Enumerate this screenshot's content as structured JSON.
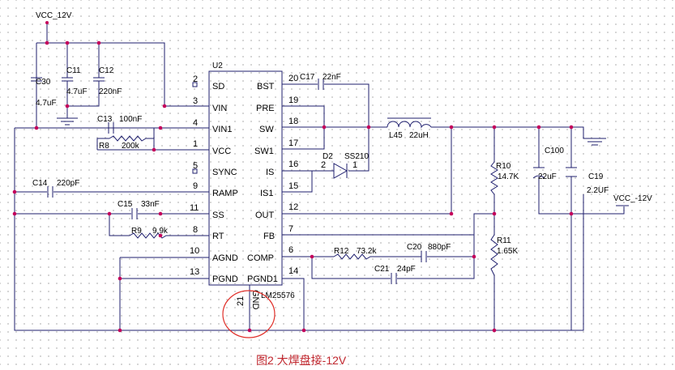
{
  "ic": {
    "ref": "U2",
    "part": "LM25576",
    "left_pins": [
      {
        "num": "2",
        "name": "SD"
      },
      {
        "num": "3",
        "name": "VIN"
      },
      {
        "num": "4",
        "name": "VIN1"
      },
      {
        "num": "1",
        "name": "VCC"
      },
      {
        "num": "5",
        "name": "SYNC"
      },
      {
        "num": "9",
        "name": "RAMP"
      },
      {
        "num": "11",
        "name": "SS"
      },
      {
        "num": "8",
        "name": "RT"
      },
      {
        "num": "10",
        "name": "AGND"
      },
      {
        "num": "13",
        "name": "PGND"
      }
    ],
    "right_pins": [
      {
        "num": "20",
        "name": "BST"
      },
      {
        "num": "19",
        "name": "PRE"
      },
      {
        "num": "18",
        "name": "SW"
      },
      {
        "num": "17",
        "name": "SW1"
      },
      {
        "num": "16",
        "name": "IS"
      },
      {
        "num": "15",
        "name": "IS1"
      },
      {
        "num": "12",
        "name": "OUT"
      },
      {
        "num": "7",
        "name": "FB"
      },
      {
        "num": "6",
        "name": "COMP"
      },
      {
        "num": "14",
        "name": "PGND1"
      }
    ],
    "bottom_pin": {
      "num": "21",
      "name": "GND"
    }
  },
  "nets": {
    "vin": "VCC_12V",
    "vout": "VCC_-12V"
  },
  "components": {
    "c30": {
      "ref": "C30",
      "value": "4.7uF"
    },
    "c11": {
      "ref": "C11",
      "value": "4.7uF"
    },
    "c12": {
      "ref": "C12",
      "value": "220nF"
    },
    "c13": {
      "ref": "C13",
      "value": "100nF"
    },
    "r8": {
      "ref": "R8",
      "value": "200k"
    },
    "c14": {
      "ref": "C14",
      "value": "220pF"
    },
    "c15": {
      "ref": "C15",
      "value": "33nF"
    },
    "r9": {
      "ref": "R9",
      "value": "9.9k"
    },
    "c17": {
      "ref": "C17",
      "value": "22nF"
    },
    "d2": {
      "ref": "D2",
      "value": "SS210",
      "pin_a": "2",
      "pin_k": "1"
    },
    "l45": {
      "ref": "L45",
      "value": "22uH"
    },
    "r10": {
      "ref": "R10",
      "value": "14.7K"
    },
    "r11": {
      "ref": "R11",
      "value": "1.65K"
    },
    "c100": {
      "ref": "C100",
      "value": "22uF"
    },
    "c19": {
      "ref": "C19",
      "value": "2.2UF"
    },
    "r12": {
      "ref": "R12",
      "value": "73.2k"
    },
    "c20": {
      "ref": "C20",
      "value": "880pF"
    },
    "c21": {
      "ref": "C21",
      "value": "24pF"
    }
  },
  "caption": "图2 大焊盘接-12V",
  "colors": {
    "wire": "#1f1f6e",
    "junction": "#c4005a",
    "highlight": "#e0302a",
    "caption": "#c0262d"
  }
}
